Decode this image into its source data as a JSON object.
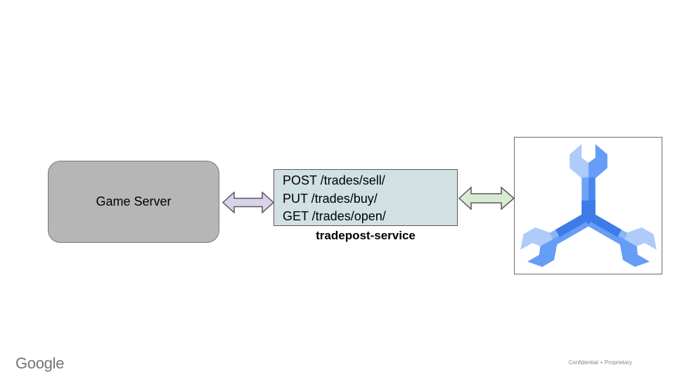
{
  "slide": {
    "background": "#ffffff"
  },
  "nodes": {
    "game_server": {
      "label": "Game Server",
      "fill": "#b6b6b6",
      "border": "#777777"
    },
    "service": {
      "lines": [
        "POST /trades/sell/",
        "PUT /trades/buy/",
        "GET /trades/open/"
      ],
      "fill": "#d0e0e3",
      "border": "#595959",
      "caption": "tradepost-service"
    },
    "spanner": {
      "icon": "cloud-spanner-icon",
      "fill": "#ffffff",
      "border": "#6b6b6b"
    }
  },
  "connectors": {
    "game_to_service": {
      "type": "double-headed-arrow",
      "fill": "#d9d2e9",
      "stroke": "#595959"
    },
    "service_to_spanner": {
      "type": "double-headed-arrow",
      "fill": "#d9ead3",
      "stroke": "#595959"
    }
  },
  "icon_colors": {
    "light": "#aecbfa",
    "mid": "#669df6",
    "mid_light": "#8ab4f8",
    "mid_dark": "#4a86ee",
    "dark": "#3c7be8"
  },
  "footer": {
    "brand": "Google",
    "note": "Confidential + Proprietary"
  }
}
